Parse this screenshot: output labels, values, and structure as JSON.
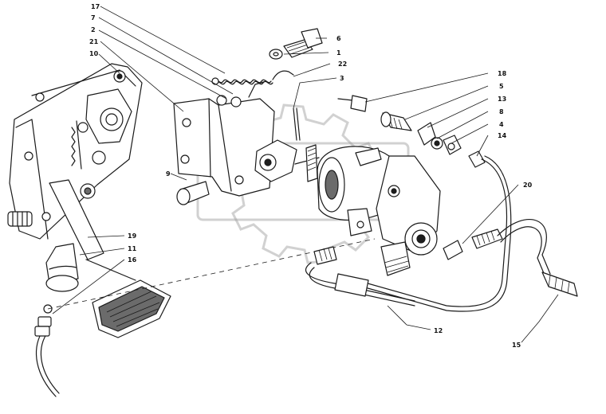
{
  "callouts": [
    {
      "id": "c17",
      "label": "17"
    },
    {
      "id": "c7",
      "label": "7"
    },
    {
      "id": "c2",
      "label": "2"
    },
    {
      "id": "c21",
      "label": "21"
    },
    {
      "id": "c10",
      "label": "10"
    },
    {
      "id": "c6",
      "label": "6"
    },
    {
      "id": "c1",
      "label": "1"
    },
    {
      "id": "c22",
      "label": "22"
    },
    {
      "id": "c3",
      "label": "3"
    },
    {
      "id": "c18",
      "label": "18"
    },
    {
      "id": "c5",
      "label": "5"
    },
    {
      "id": "c13",
      "label": "13"
    },
    {
      "id": "c8",
      "label": "8"
    },
    {
      "id": "c4",
      "label": "4"
    },
    {
      "id": "c14",
      "label": "14"
    },
    {
      "id": "c9",
      "label": "9"
    },
    {
      "id": "c20",
      "label": "20"
    },
    {
      "id": "c19",
      "label": "19"
    },
    {
      "id": "c11",
      "label": "11"
    },
    {
      "id": "c16",
      "label": "16"
    },
    {
      "id": "c12",
      "label": "12"
    },
    {
      "id": "c15",
      "label": "15"
    }
  ],
  "colors": {
    "ink": "#1a1a1a",
    "paper": "#ffffff",
    "watermark": "#9a9a9a"
  },
  "watermark_icon": "gear-logo-icon"
}
